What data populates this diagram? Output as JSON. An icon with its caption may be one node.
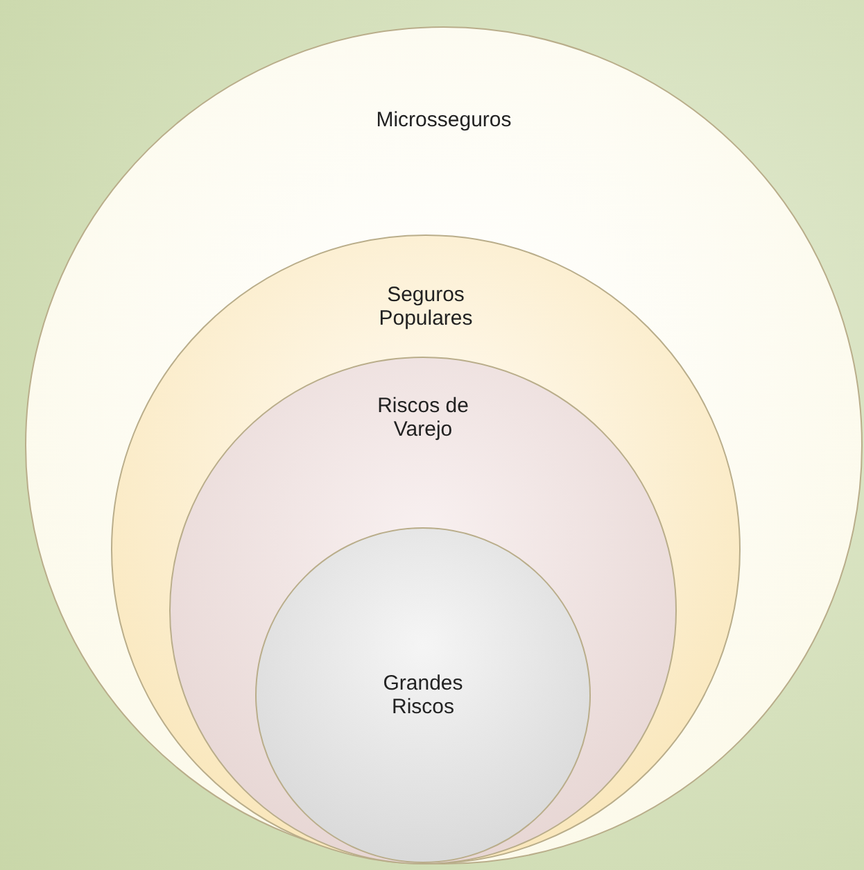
{
  "diagram": {
    "nodes": [
      {
        "text": [
          "Microsseguros"
        ]
      },
      {
        "text": [
          "Seguros Populares"
        ],
        "in": 0
      },
      {
        "text": [
          "Riscos de Varejo"
        ],
        "in": 1
      },
      {
        "text": [
          "Grandes Riscos"
        ],
        "in": 2
      }
    ]
  }
}
